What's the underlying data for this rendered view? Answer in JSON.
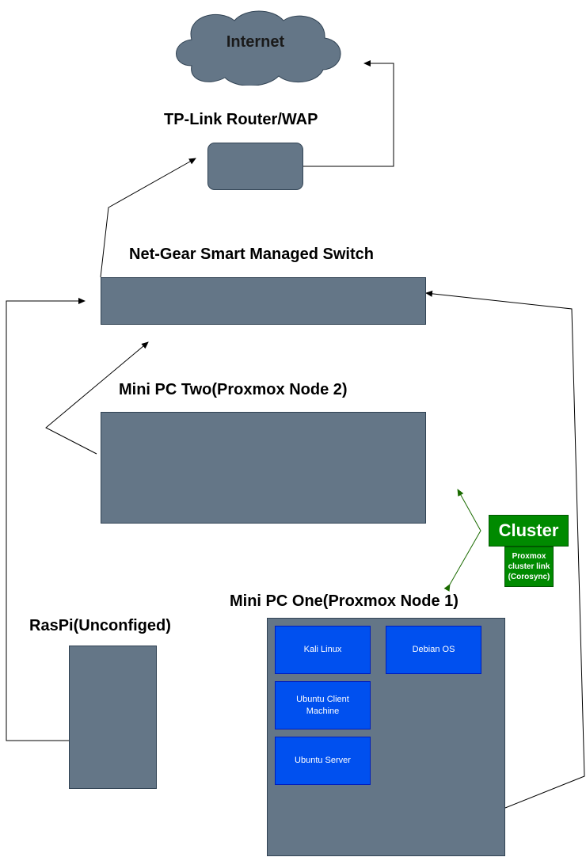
{
  "nodes": {
    "internet": {
      "label": "Internet",
      "icon": "cloud-icon"
    },
    "router": {
      "label": "TP-Link Router/WAP"
    },
    "switch": {
      "label": "Net-Gear Smart Managed Switch"
    },
    "mini_pc_two": {
      "label": "Mini PC Two(Proxmox Node 2)"
    },
    "mini_pc_one": {
      "label": "Mini PC One(Proxmox Node 1)"
    },
    "raspi": {
      "label": "RasPi(Unconfiged)"
    }
  },
  "vms": {
    "kali": "Kali Linux",
    "debian": "Debian OS",
    "ubuntu_client": "Ubuntu Client Machine",
    "ubuntu_server": "Ubuntu Server"
  },
  "cluster": {
    "title": "Cluster",
    "note": "Proxmox cluster link (Corosync)"
  },
  "colors": {
    "device_fill": "#647687",
    "vm_fill": "#0050ef",
    "cluster_fill": "#008a00",
    "cluster_link": "#1a6b00"
  }
}
